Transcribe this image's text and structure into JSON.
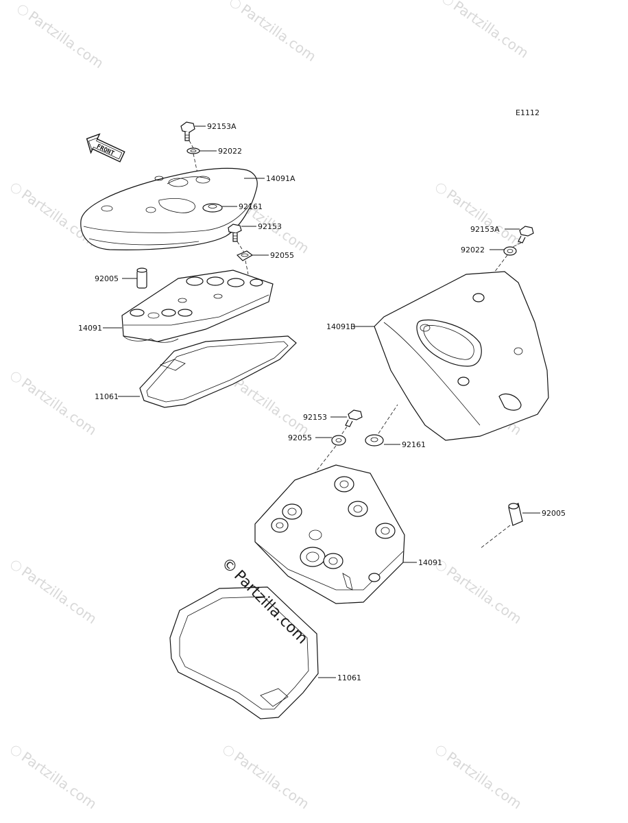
{
  "diagram_code": "E1112",
  "front_label": "FRONT",
  "copyright_symbol": "©",
  "center_watermark": "Partzilla.com",
  "watermark_text": "Partzilla.com",
  "labels": {
    "p1": "92153A",
    "p2": "92022",
    "p3": "14091A",
    "p4": "92161",
    "p5": "92153",
    "p6": "92055",
    "p7": "92005",
    "p8": "14091",
    "p9": "11061",
    "p10": "92153A",
    "p11": "92022",
    "p12": "14091B",
    "p13": "92153",
    "p14": "92055",
    "p15": "92161",
    "p16": "92005",
    "p17": "14091",
    "p18": "11061"
  }
}
